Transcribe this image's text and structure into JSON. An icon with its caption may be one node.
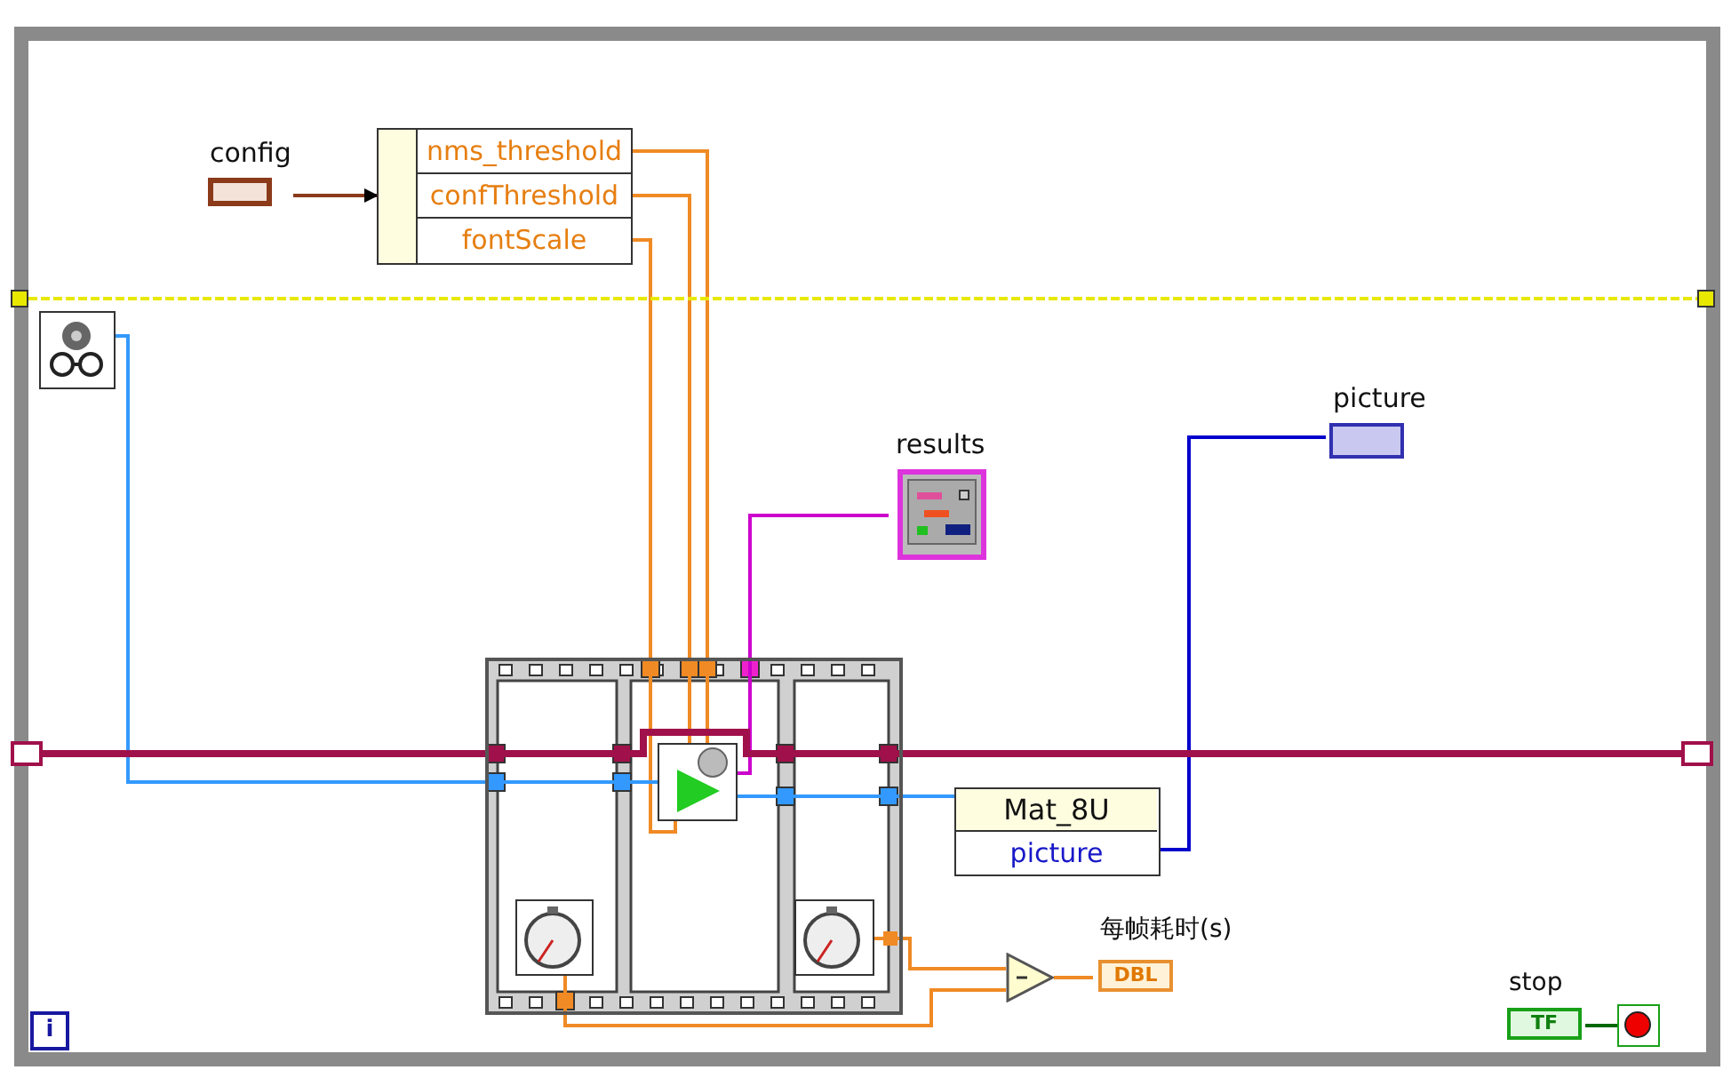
{
  "diagram": {
    "nodes": [
      {
        "text": [],
        "shape": "box"
      },
      {
        "text": [
          "config"
        ],
        "in": 0
      },
      {
        "text": [
          "nms_threshold",
          "confThreshold",
          "fontScale"
        ],
        "in": 0
      },
      {
        "text": [],
        "shape": "box",
        "in": 0
      },
      {
        "text": [
          "results"
        ],
        "in": 0
      },
      {
        "text": [
          "picture"
        ],
        "in": 0
      },
      {
        "text": [],
        "shape": "box",
        "in": 0
      },
      {
        "text": [],
        "shape": "box",
        "in": 6
      },
      {
        "text": [],
        "shape": "box",
        "in": 6
      },
      {
        "text": [],
        "shape": "box",
        "in": 6
      },
      {
        "text": [
          "Mat_8U",
          "picture"
        ],
        "in": 0
      },
      {
        "text": [],
        "shape": "triangle",
        "in": 0
      },
      {
        "text": [
          "每帧耗时(s)",
          "DBL"
        ],
        "in": 0
      },
      {
        "text": [
          "stop",
          "TF"
        ],
        "in": 0
      },
      {
        "text": [],
        "shape": "box",
        "in": 0
      },
      {
        "text": [
          "i"
        ],
        "in": 0
      },
      {
        "text": [],
        "shape": "box",
        "in": 0
      },
      {
        "text": [],
        "shape": "box",
        "in": 0
      },
      {
        "text": [],
        "shape": "box",
        "in": 0
      },
      {
        "text": [],
        "shape": "box",
        "in": 0
      }
    ],
    "edges": [
      {
        "from": 1,
        "to": 2,
        "arrow": "to",
        "color": "#8b3a1a"
      },
      {
        "from": 2,
        "to": 8,
        "arrow": "none"
      },
      {
        "from": 2,
        "to": 8,
        "arrow": "none"
      },
      {
        "from": 2,
        "to": 8,
        "arrow": "none"
      },
      {
        "from": 3,
        "to": 8,
        "arrow": "none",
        "color": "#3399ff"
      },
      {
        "from": 8,
        "to": 4,
        "arrow": "none",
        "color": "#cc00cc"
      },
      {
        "from": 8,
        "to": 10,
        "arrow": "none",
        "color": "#3399ff"
      },
      {
        "from": 10,
        "to": 5,
        "arrow": "none",
        "color": "#0000cc"
      },
      {
        "from": 7,
        "to": 11,
        "arrow": "none"
      },
      {
        "from": 9,
        "to": 11,
        "arrow": "none"
      },
      {
        "from": 11,
        "to": 12,
        "arrow": "none"
      },
      {
        "from": 13,
        "to": 14,
        "arrow": "none",
        "color": "#006600"
      },
      {
        "from": 16,
        "to": 17,
        "arrow": "none",
        "style": "dashed",
        "color": "#e8e800"
      },
      {
        "from": 18,
        "to": 19,
        "arrow": "none",
        "style": "thick",
        "color": "#a0104a"
      }
    ]
  }
}
